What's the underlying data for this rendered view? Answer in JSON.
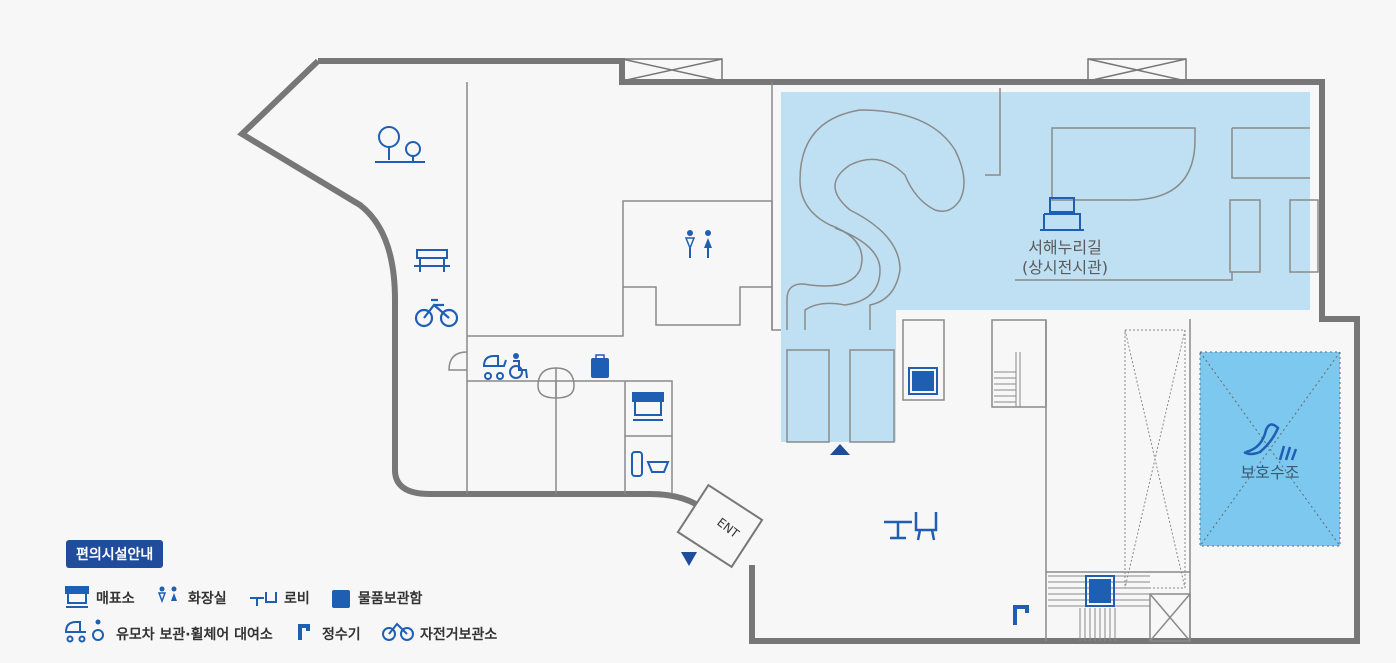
{
  "areas": {
    "haerugil_line1": "서해누리길",
    "haerugil_line2": "(상시전시관)",
    "protect_tank": "보호수조",
    "entrance": "ENT"
  },
  "legend": {
    "title": "편의시설안내",
    "items": [
      {
        "icon": "ticket-icon",
        "label": "매표소"
      },
      {
        "icon": "restroom-icon",
        "label": "화장실"
      },
      {
        "icon": "lobby-icon",
        "label": "로비"
      },
      {
        "icon": "locker-icon",
        "label": "물품보관함"
      },
      {
        "icon": "stroller-wheelchair-icon",
        "label": "유모차 보관·휠체어 대여소"
      },
      {
        "icon": "water-fountain-icon",
        "label": "정수기"
      },
      {
        "icon": "bicycle-icon",
        "label": "자전거보관소"
      }
    ]
  },
  "colors": {
    "wall": "#7a7a7a",
    "exhibit": "#bfe0f3",
    "tank": "#7cc8ef",
    "icon": "#1f5fb3",
    "legend_title_bg": "#1f4d9c"
  }
}
